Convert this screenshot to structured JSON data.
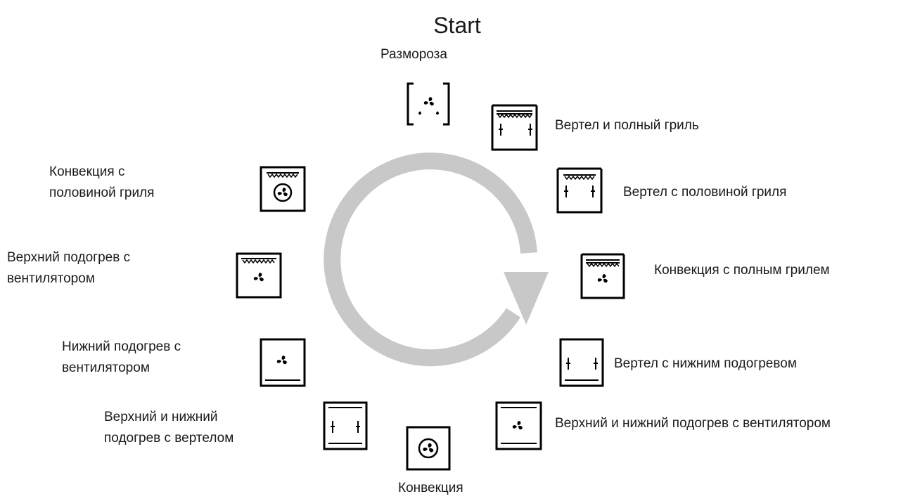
{
  "title": "Start",
  "modes": [
    {
      "id": "defrost",
      "icon": "defrost-icon",
      "label": "Размороза"
    },
    {
      "id": "spit-full-grill",
      "icon": "spit-full-grill-icon",
      "label": "Вертел и полный гриль"
    },
    {
      "id": "spit-half-grill",
      "icon": "spit-half-grill-icon",
      "label": "Вертел с половиной гриля"
    },
    {
      "id": "convection-full-grill",
      "icon": "fan-full-grill-icon",
      "label": "Конвекция с полным грилем"
    },
    {
      "id": "spit-bottom-heat",
      "icon": "spit-bottom-heat-icon",
      "label": "Вертел с нижним подогревом"
    },
    {
      "id": "top-bottom-fan",
      "icon": "fan-top-bottom-heat-icon",
      "label": "Верхний и нижний подогрев с вентилятором"
    },
    {
      "id": "convection",
      "icon": "convection-fan-icon",
      "label": "Конвекция"
    },
    {
      "id": "top-bottom-spit",
      "icon": "spit-top-bottom-heat-icon",
      "label": "Верхний и нижний\nподогрев с вертелом"
    },
    {
      "id": "bottom-heat-fan",
      "icon": "fan-bottom-heat-icon",
      "label": "Нижний подогрев с\nвентилятором"
    },
    {
      "id": "top-heat-fan",
      "icon": "fan-top-heat-icon",
      "label": "Верхний подогрев с\nвентилятором"
    },
    {
      "id": "convection-half-grill",
      "icon": "fan-half-grill-icon",
      "label": "Конвекция с\nполовиной гриля"
    }
  ],
  "colors": {
    "arrow": "#c8c8c8",
    "icon": "#000000",
    "text": "#1a1a1a"
  }
}
